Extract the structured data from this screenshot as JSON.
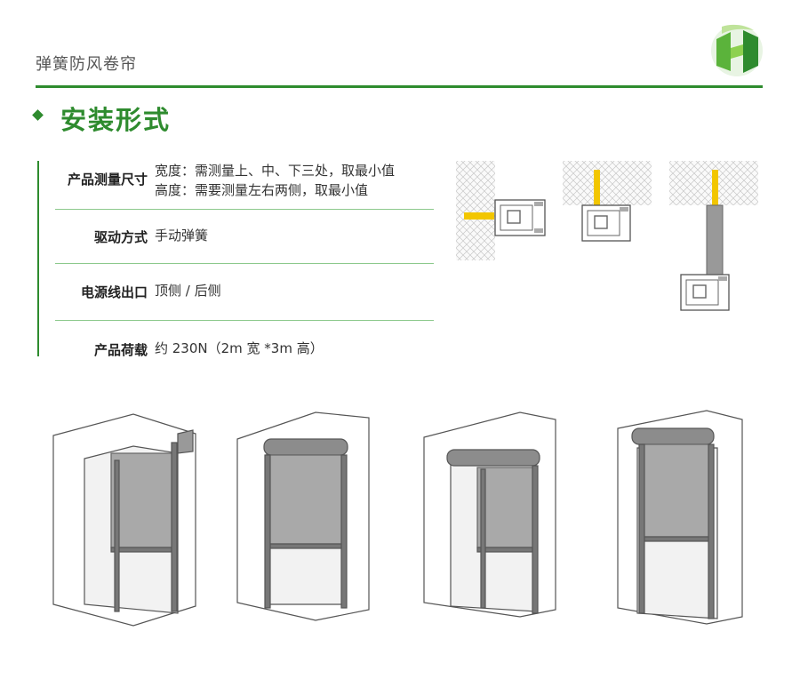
{
  "header": {
    "brand_title": "弹簧防风卷帘",
    "section_title": "安装形式"
  },
  "colors": {
    "accent": "#2e8b2e",
    "divider": "#8cc98c",
    "mount_bracket": "#f2c600",
    "line_art": "#555555"
  },
  "specs": [
    {
      "label": "产品测量尺寸",
      "values": [
        "宽度：需测量上、中、下三处，取最小值",
        "高度：需要测量左右两侧，取最小值"
      ]
    },
    {
      "label": "驱动方式",
      "values": [
        "手动弹簧"
      ]
    },
    {
      "label": "电源线出口",
      "values": [
        "顶侧 / 后侧"
      ]
    },
    {
      "label": "产品荷载",
      "values": [
        "约 230N（2m 宽 *3m 高）"
      ]
    }
  ],
  "logo": {
    "icon": "green-h-leaf-logo"
  },
  "diagrams": {
    "cross_sections": [
      "side-wall-mount",
      "ceiling-mount",
      "ceiling-drop-mount"
    ],
    "installations": [
      "surface-mount-side",
      "surface-mount-front",
      "recess-front-protruding",
      "recess-inside-opening"
    ]
  }
}
